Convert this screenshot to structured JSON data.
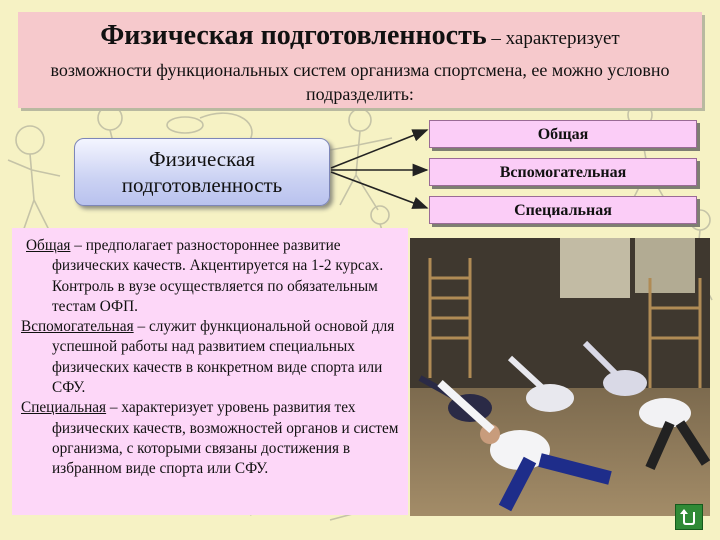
{
  "title": {
    "main": "Физическая подготовленность",
    "dash_rest": " – характеризует",
    "line2": "возможности функциональных систем организма спортсмена, ее можно условно подразделить:"
  },
  "center_box": {
    "line1": "Физическая",
    "line2": "подготовленность"
  },
  "categories": [
    "Общая",
    "Вспомогательная",
    "Специальная"
  ],
  "descriptions": [
    {
      "term": "Общая",
      "text": " – предполагает разностороннее развитие физических качеств. Акцентируется на 1-2 курсах. Контроль в вузе осуществляется по обязательным тестам ОФП."
    },
    {
      "term": "Вспомогательная",
      "text": " – служит функциональной основой для успешной работы над развитием специальных физических качеств в конкретном виде спорта или СФУ."
    },
    {
      "term": "Специальная",
      "text": " – характеризует уровень развития тех физических качеств, возможностей органов и систем организма, с которыми связаны достижения в избранном виде спорта или СФУ."
    }
  ],
  "colors": {
    "background": "#f6f2c4",
    "title_box": "#f6c9cc",
    "category_box": "#fbcdf7",
    "text_panel": "#fdd7f8",
    "nav_button": "#2f8a36"
  },
  "icons": {
    "nav": "return-arrow-icon"
  }
}
